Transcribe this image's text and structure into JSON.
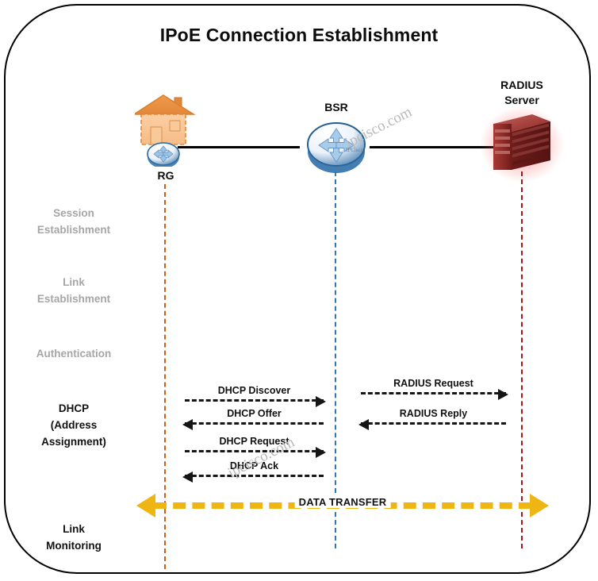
{
  "diagram": {
    "title": "IPoE Connection Establishment",
    "watermark_text": "ipcisco.com",
    "colors": {
      "rg_lifeline": "#C0641E",
      "bsr_lifeline": "#2E78B8",
      "radius_lifeline": "#9E1B1B",
      "data_transfer": "#EFB512",
      "message_arrow": "#151515",
      "stage_muted": "#A6A6A6",
      "stage_dark": "#111111",
      "frame": "#000000"
    }
  },
  "nodes": [
    {
      "id": "rg",
      "label": "RG",
      "icon": "house-router-icon"
    },
    {
      "id": "bsr",
      "label": "BSR",
      "icon": "router-icon"
    },
    {
      "id": "radius",
      "label": "RADIUS\nServer",
      "label_line1": "RADIUS",
      "label_line2": "Server",
      "icon": "server-icon"
    }
  ],
  "stages": [
    {
      "id": "session-establishment",
      "line1": "Session",
      "line2": "Establishment",
      "emphasis": "muted"
    },
    {
      "id": "link-establishment",
      "line1": "Link",
      "line2": "Establishment",
      "emphasis": "muted"
    },
    {
      "id": "authentication",
      "line1": "Authentication",
      "line2": "",
      "emphasis": "muted"
    },
    {
      "id": "dhcp",
      "line1": "DHCP",
      "line2": "(Address",
      "line3": "Assignment)",
      "emphasis": "dark"
    },
    {
      "id": "link-monitoring",
      "line1": "Link",
      "line2": "Monitoring",
      "emphasis": "dark"
    }
  ],
  "messages": [
    {
      "id": "dhcp-discover",
      "label": "DHCP Discover",
      "direction": "right",
      "from": "rg",
      "to": "bsr"
    },
    {
      "id": "dhcp-offer",
      "label": "DHCP Offer",
      "direction": "left",
      "from": "bsr",
      "to": "rg"
    },
    {
      "id": "dhcp-request",
      "label": "DHCP Request",
      "direction": "right",
      "from": "rg",
      "to": "bsr"
    },
    {
      "id": "dhcp-ack",
      "label": "DHCP Ack",
      "direction": "left",
      "from": "bsr",
      "to": "rg"
    },
    {
      "id": "radius-request",
      "label": "RADIUS Request",
      "direction": "right",
      "from": "bsr",
      "to": "radius"
    },
    {
      "id": "radius-reply",
      "label": "RADIUS Reply",
      "direction": "left",
      "from": "radius",
      "to": "bsr"
    }
  ],
  "data_transfer": {
    "label": "DATA TRANSFER",
    "direction": "bidirectional"
  }
}
